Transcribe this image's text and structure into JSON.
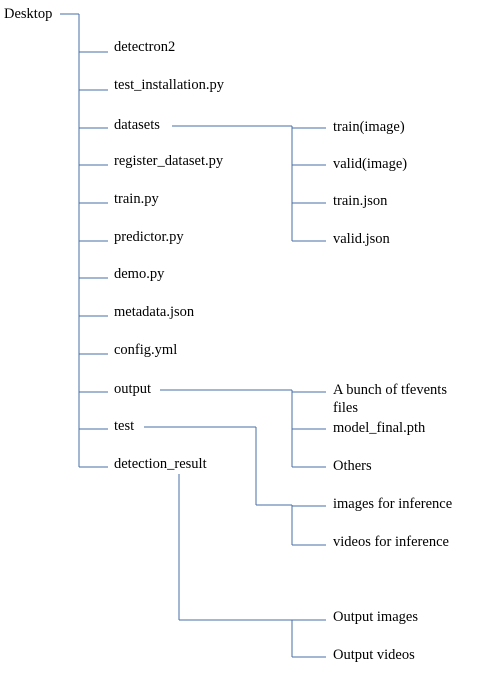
{
  "root": "Desktop",
  "items": {
    "detectron2": "detectron2",
    "test_installation": "test_installation.py",
    "datasets": "datasets",
    "register_dataset": "register_dataset.py",
    "train": "train.py",
    "predictor": "predictor.py",
    "demo": "demo.py",
    "metadata": "metadata.json",
    "config": "config.yml",
    "output": "output",
    "test": "test",
    "detection_result": "detection_result"
  },
  "datasets_children": {
    "train_image": "train(image)",
    "valid_image": "valid(image)",
    "train_json": "train.json",
    "valid_json": "valid.json"
  },
  "output_children": {
    "tfevents_line1": "A bunch of tfevents",
    "tfevents_line2": "files",
    "model_final": "model_final.pth",
    "others": "Others"
  },
  "test_children": {
    "images_inference": "images for inference",
    "videos_inference": "videos for inference"
  },
  "detection_result_children": {
    "output_images": "Output images",
    "output_videos": "Output videos"
  },
  "colors": {
    "connector": "#4a6fa5",
    "text": "#000000",
    "background": "#ffffff"
  }
}
